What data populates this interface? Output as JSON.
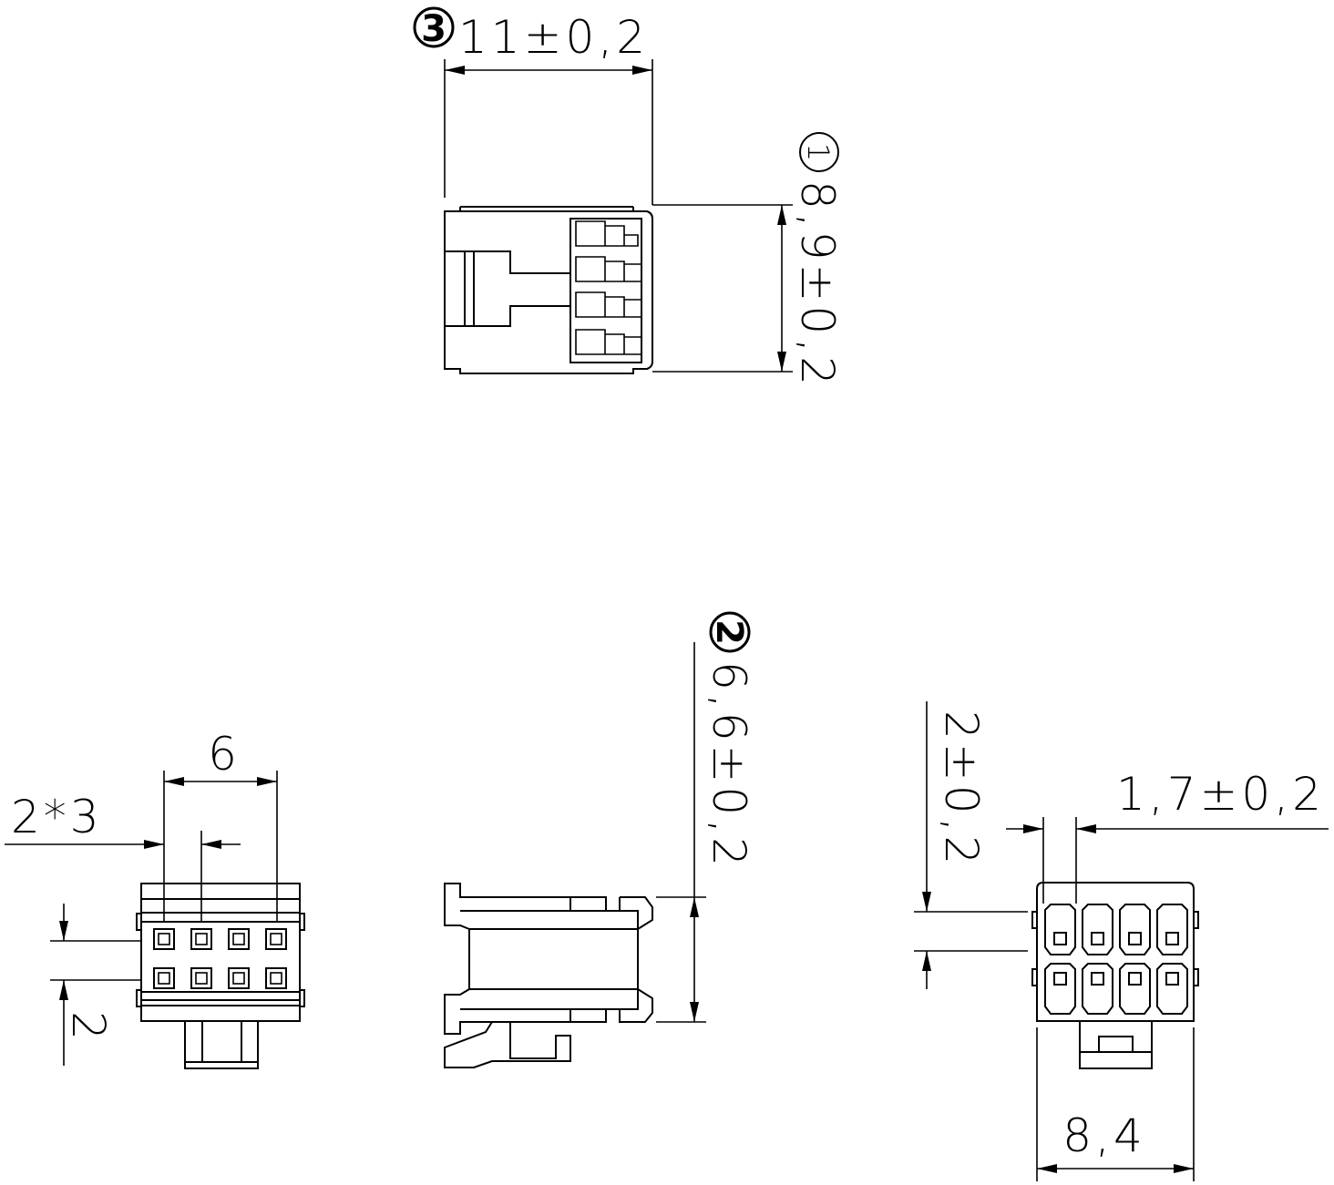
{
  "top_view": {
    "width_mark": "③",
    "width_label": "11±0,2",
    "height_mark": "①",
    "height_label": "8,9±0,2"
  },
  "front_view": {
    "pitch_label": "2*3",
    "span_label": "6",
    "row_pitch_label": "2"
  },
  "side_view": {
    "height_mark": "②",
    "height_label": "6,6±0,2"
  },
  "rear_view": {
    "col_label": "1,7±0,2",
    "row_label": "2±0,2",
    "width_label": "8,4"
  }
}
